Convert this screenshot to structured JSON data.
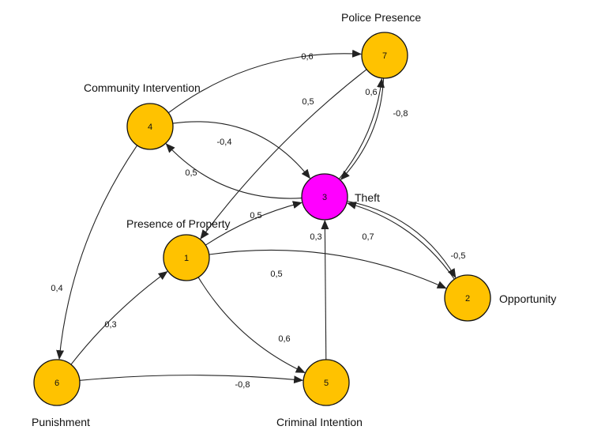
{
  "colors": {
    "concept": "#FFC200",
    "target": "#FF00FF",
    "outline": "#111111",
    "edge": "#222222"
  },
  "nodes": [
    {
      "id": "1",
      "label": "Presence of Property",
      "fill": "concept"
    },
    {
      "id": "2",
      "label": "Opportunity",
      "fill": "concept"
    },
    {
      "id": "3",
      "label": "Theft",
      "fill": "target"
    },
    {
      "id": "4",
      "label": "Community Intervention",
      "fill": "concept"
    },
    {
      "id": "5",
      "label": "Criminal Intention",
      "fill": "concept"
    },
    {
      "id": "6",
      "label": "Punishment",
      "fill": "concept"
    },
    {
      "id": "7",
      "label": "Police Presence",
      "fill": "concept"
    }
  ],
  "edges": [
    {
      "from": "4",
      "to": "7",
      "weight": "0,6"
    },
    {
      "from": "7",
      "to": "1",
      "weight": "0,5"
    },
    {
      "from": "3",
      "to": "7",
      "weight": "0,6"
    },
    {
      "from": "7",
      "to": "3",
      "weight": "-0,8"
    },
    {
      "from": "4",
      "to": "3",
      "weight": "-0,4"
    },
    {
      "from": "3",
      "to": "4",
      "weight": "0,5"
    },
    {
      "from": "1",
      "to": "3",
      "weight": "0,5"
    },
    {
      "from": "5",
      "to": "3",
      "weight": "0,3"
    },
    {
      "from": "2",
      "to": "3",
      "weight": "0,7"
    },
    {
      "from": "3",
      "to": "2",
      "weight": "-0,5"
    },
    {
      "from": "1",
      "to": "2",
      "weight": "0,5"
    },
    {
      "from": "4",
      "to": "6",
      "weight": "0,4"
    },
    {
      "from": "6",
      "to": "1",
      "weight": "0,3"
    },
    {
      "from": "1",
      "to": "5",
      "weight": "0,6"
    },
    {
      "from": "6",
      "to": "5",
      "weight": "-0,8"
    }
  ]
}
